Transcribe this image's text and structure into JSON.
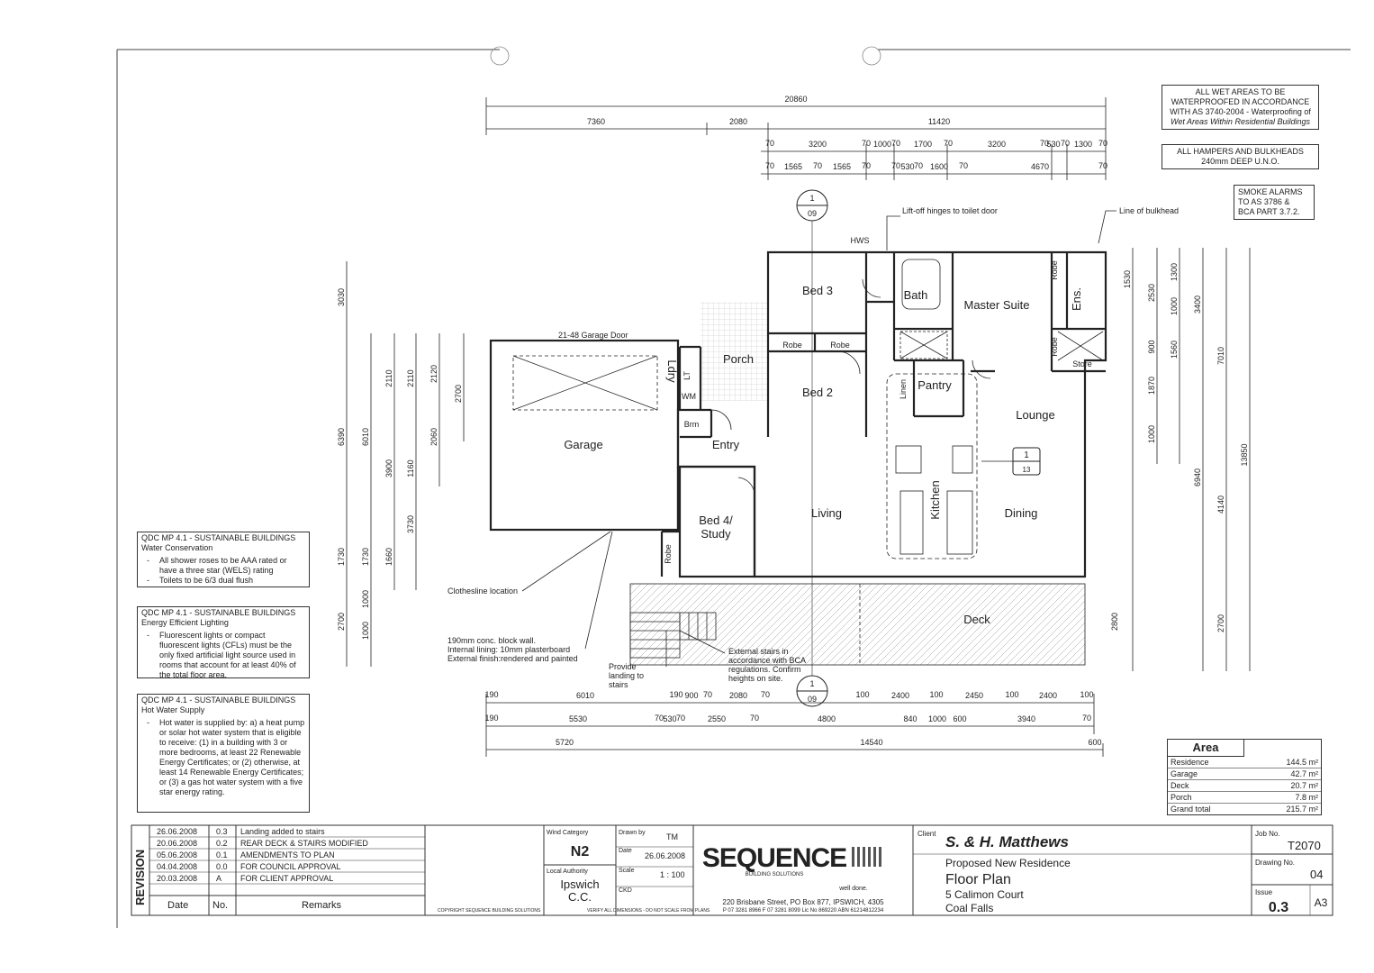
{
  "notes": {
    "wet_areas": [
      "ALL WET AREAS TO BE",
      "WATERPROOFED IN ACCORDANCE",
      "WITH AS 3740-2004 - Waterproofing of",
      "Wet Areas Within Residential Buildings"
    ],
    "hampers": [
      "ALL HAMPERS AND BULKHEADS",
      "240mm DEEP U.N.O."
    ],
    "smoke": [
      "SMOKE ALARMS",
      "TO AS 3786 &",
      "BCA PART 3.7.2."
    ]
  },
  "qdc": [
    {
      "title": "QDC MP 4.1 - SUSTAINABLE BUILDINGS",
      "subtitle": "Water Conservation",
      "items": [
        "All shower roses to be AAA rated or have a three star (WELS) rating",
        "Toilets to be 6/3 dual flush"
      ]
    },
    {
      "title": "QDC MP 4.1 - SUSTAINABLE BUILDINGS",
      "subtitle": "Energy Efficient Lighting",
      "items": [
        "Fluorescent lights or compact fluorescent lights (CFLs) must be the only fixed artificial light source used in rooms that account for at least 40% of the total floor area."
      ]
    },
    {
      "title": "QDC MP 4.1 - SUSTAINABLE BUILDINGS",
      "subtitle": "Hot Water Supply",
      "items": [
        "Hot water is supplied by: a) a heat pump or solar hot water system that is eligible to receive: (1) in a building with 3 or more bedrooms, at least 22 Renewable Energy Certificates; or (2) otherwise, at least 14 Renewable Energy Certificates; or (3) a gas hot water system with a five star energy rating."
      ]
    }
  ],
  "rooms": {
    "bed3": "Bed 3",
    "bath": "Bath",
    "master": "Master Suite",
    "ens": "Ens.",
    "robe": "Robe",
    "store": "Store",
    "porch": "Porch",
    "ldry": "Ldry",
    "bed2": "Bed 2",
    "pantry": "Pantry",
    "linen": "Linen",
    "lounge": "Lounge",
    "garage": "Garage",
    "entry": "Entry",
    "brm": "Brm",
    "kitchen": "Kitchen",
    "living": "Living",
    "dining": "Dining",
    "bed4": "Bed 4/",
    "study": "Study",
    "deck": "Deck",
    "wm": "WM",
    "lt": "LT"
  },
  "labels": {
    "liftoff": "Lift-off hinges to toilet door",
    "bulkhead": "Line of bulkhead",
    "garage_door": "21-48 Garage Door",
    "clothesline": "Clothesline location",
    "block_wall": [
      "190mm  conc. block wall.",
      "Internal lining: 10mm plasterboard",
      "External finish:rendered and painted"
    ],
    "landing": [
      "Provide",
      "landing to",
      "stairs"
    ],
    "ext_stairs": [
      "External stairs in",
      "accordance with BCA",
      "regulations. Confirm",
      "heights on site."
    ],
    "hws": "HWS",
    "section_top": [
      "1",
      "09"
    ],
    "section_bottom": [
      "1",
      "09"
    ],
    "detail_ref": [
      "1",
      "13"
    ]
  },
  "dims_top": {
    "overall": "20860",
    "row2": [
      "7360",
      "2080",
      "11420"
    ],
    "row3": [
      "70",
      "3200",
      "70",
      "1000",
      "70",
      "1700",
      "70",
      "3200",
      "70",
      "530",
      "70",
      "1300",
      "70"
    ],
    "row4": [
      "70",
      "1565",
      "70",
      "1565",
      "70",
      "70",
      "530",
      "70",
      "1600",
      "70",
      "4670",
      "70"
    ]
  },
  "dims_bottom": {
    "row1": [
      "190",
      "6010",
      "190",
      "900",
      "70",
      "2080",
      "70",
      "100",
      "2400",
      "100",
      "2450",
      "100",
      "2400",
      "100"
    ],
    "row2": [
      "190",
      "5530",
      "70",
      "530",
      "70",
      "2550",
      "70",
      "4800",
      "840",
      "1000",
      "600",
      "3940",
      "70"
    ],
    "row3": [
      "5720",
      "14540",
      "600"
    ]
  },
  "dims_left": [
    "3030",
    "6390",
    "6010",
    "3900",
    "3730",
    "2110",
    "2110",
    "2120",
    "2700",
    "2060",
    "1160",
    "1730",
    "1730",
    "1660",
    "1000",
    "2700",
    "1000"
  ],
  "dims_right": [
    "1530",
    "2530",
    "1300",
    "1000",
    "3400",
    "900",
    "1560",
    "1870",
    "7010",
    "1000",
    "13850",
    "6940",
    "4140",
    "2800",
    "2700"
  ],
  "area": {
    "title": "Area",
    "rows": [
      {
        "label": "Residence",
        "value": "144.5 m²"
      },
      {
        "label": "Garage",
        "value": "42.7 m²"
      },
      {
        "label": "Deck",
        "value": "20.7 m²"
      },
      {
        "label": "Porch",
        "value": "7.8 m²"
      },
      {
        "label": "Grand total",
        "value": "215.7 m²"
      }
    ]
  },
  "title_block": {
    "revision_label": "REVISION",
    "revisions": [
      {
        "date": "26.06.2008",
        "no": "0.3",
        "remark": "Landing added to stairs"
      },
      {
        "date": "20.06.2008",
        "no": "0.2",
        "remark": "REAR DECK & STAIRS MODIFIED"
      },
      {
        "date": "05.06.2008",
        "no": "0.1",
        "remark": "AMENDMENTS TO PLAN"
      },
      {
        "date": "04.04.2008",
        "no": "0.0",
        "remark": "FOR COUNCIL APPROVAL"
      },
      {
        "date": "20.03.2008",
        "no": "A",
        "remark": "FOR CLIENT APPROVAL"
      }
    ],
    "col_date": "Date",
    "col_no": "No.",
    "col_remarks": "Remarks",
    "copyright": "COPYRIGHT SEQUENCE BUILDING SOLUTIONS",
    "wind_label": "Wind Category",
    "wind": "N2",
    "authority_label": "Local Authority",
    "authority": [
      "Ipswich",
      "C.C."
    ],
    "drawn_label": "Drawn by",
    "drawn": "TM",
    "date_label": "Date",
    "date": "26.06.2008",
    "scale_label": "Scale",
    "scale": "1 : 100",
    "ckd_label": "CKD",
    "verify": "VERIFY ALL DIMENSIONS - DO NOT SCALE FROM PLANS",
    "brand": "SEQUENCE",
    "brand_sub": "BUILDING SOLUTIONS",
    "brand_tag": "well done.",
    "address": "220 Brisbane Street, PO Box 877, IPSWICH, 4305",
    "phones": "P 07 3281 8966  F 07 3281 8099  Lic No 869220  ABN 61214812234",
    "client_label": "Client",
    "client": "S. & H. Matthews",
    "project": "Proposed New Residence",
    "drawing_title": "Floor Plan",
    "site": [
      "5 Calimon Court",
      "Coal Falls"
    ],
    "job_label": "Job No.",
    "job": "T2070",
    "drawing_no_label": "Drawing No.",
    "drawing_no": "04",
    "issue_label": "Issue",
    "issue": "0.3",
    "sheet": "A3"
  },
  "colors": {
    "line": "#222222",
    "hatch": "#777777",
    "paper": "#ffffff"
  }
}
